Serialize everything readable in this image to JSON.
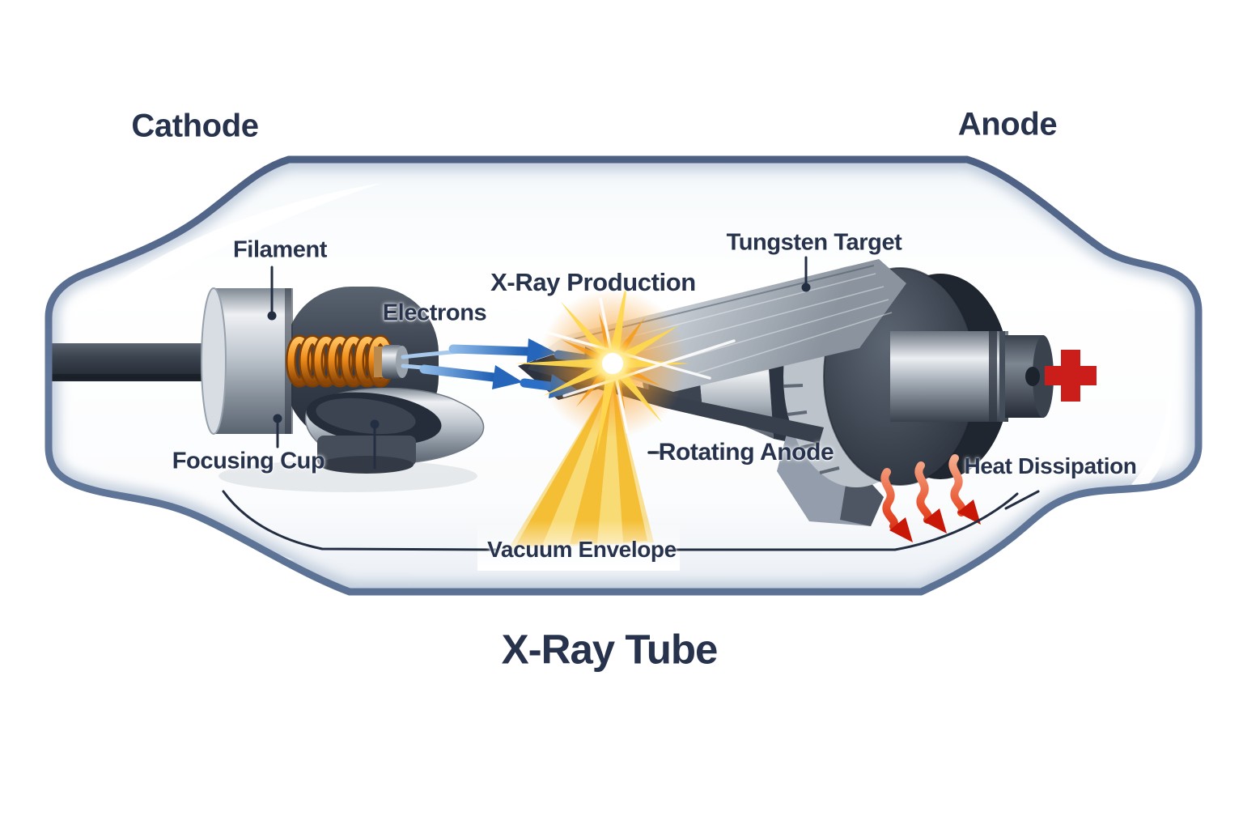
{
  "title": "X-Ray Tube",
  "labels": {
    "cathode": "Cathode",
    "anode": "Anode",
    "filament": "Filament",
    "electrons": "Electrons",
    "xray_production": "X-Ray Production",
    "tungsten_target": "Tungsten Target",
    "focusing_cup": "Focusing Cup",
    "rotating_anode": "Rotating Anode",
    "heat_dissipation": "Heat Dissipation",
    "vacuum_envelope": "Vacuum Envelope",
    "anode_polarity_symbol": "+"
  },
  "colors": {
    "label_text": "#27334d",
    "envelope_outline": "#5b7294",
    "electron_arrow_blue": "#2e72c8",
    "filament_orange": "#e8821e",
    "xray_beam_yellow": "#f6c93f",
    "xray_burst_core": "#ffffff",
    "heat_arrow_red": "#d61f0f",
    "polarity_plus_red": "#cb1d1a"
  }
}
